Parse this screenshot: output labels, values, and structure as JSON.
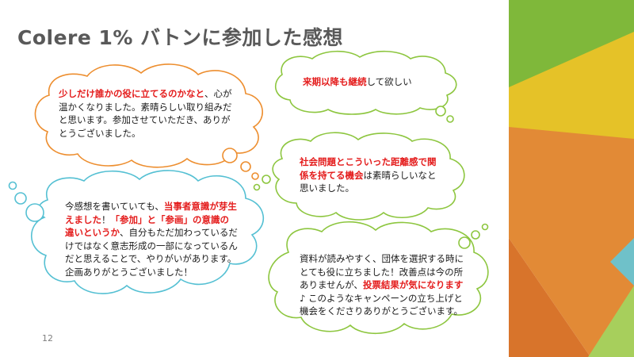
{
  "slide": {
    "title": "Colere 1% バトンに参加した感想",
    "page_number": "12"
  },
  "colors": {
    "orange_outline": "#ED8E2F",
    "green_outline": "#8DC63F",
    "teal_outline": "#55C0D3",
    "highlight_red": "#E41C1C",
    "deco_green": "#7FB83A",
    "deco_yellow": "#E5C228",
    "deco_orange": "#E28A36",
    "deco_teal": "#6FC1C9"
  },
  "bubbles": {
    "b1": {
      "hl": "少しだけ誰かの役に立てるのかなと",
      "rest": "、心が温かくなりました。素晴らしい取り組みだと思います。参加させていただき、ありがとうございました。"
    },
    "b2": {
      "hl": "来期以降も継続",
      "rest": "して欲しい"
    },
    "b3": {
      "hl": "社会問題とこういった距離感で関係を持てる機会",
      "rest": "は素晴らしいなと思いました。"
    },
    "b4": {
      "t1": "今感想を書いていても、",
      "hl1": "当事者意識が芽生えました",
      "t2": "！",
      "hl2": "「参加」と「参画」の意識の違いというか",
      "t3": "、自分もただ加わっているだけではなく意志形成の一部になっているんだと思えることで、やりがいがあります。企画ありがとうございました！"
    },
    "b5": {
      "t1": "資料が読みやすく、団体を選択する時にとても役に立ちました！改善点は今の所ありませんが、",
      "hl": "投票結果が気になります",
      "t2": "♪ このようなキャンペーンの立ち上げと機会をくださりありがとうございます。"
    }
  }
}
